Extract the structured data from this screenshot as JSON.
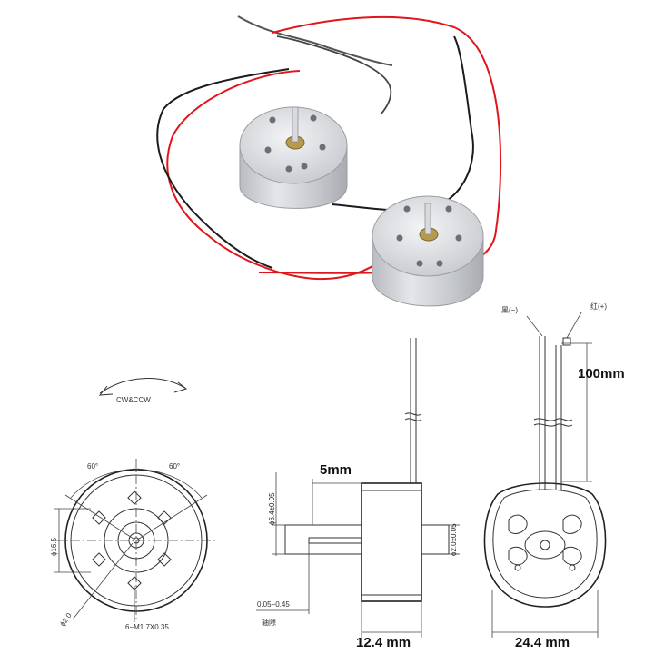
{
  "labels": {
    "rotation": "CW&CCW",
    "angle_left": "60°",
    "angle_right": "60°",
    "diameter_body": "ϕ16.5",
    "diameter_small": "ϕ2.0",
    "screw_holes": "6−M1.7X0.35",
    "gap": "0.05−0.45",
    "gap_note": "轴隙",
    "length_5": "5mm",
    "shaft_dia": "ϕ6.4±0.05",
    "shaft_pin": "ϕ2.0±0.05",
    "length_12": "12.4 mm",
    "length_100": "100mm",
    "diameter_24": "24.4 mm",
    "lead_neg": "黑(−)",
    "lead_pos": "红(+)"
  },
  "colors": {
    "wire_red": "#e0161b",
    "wire_black": "#1c1c1c",
    "motor_body": "#c9ccd0",
    "bearing": "#b89a4c"
  }
}
